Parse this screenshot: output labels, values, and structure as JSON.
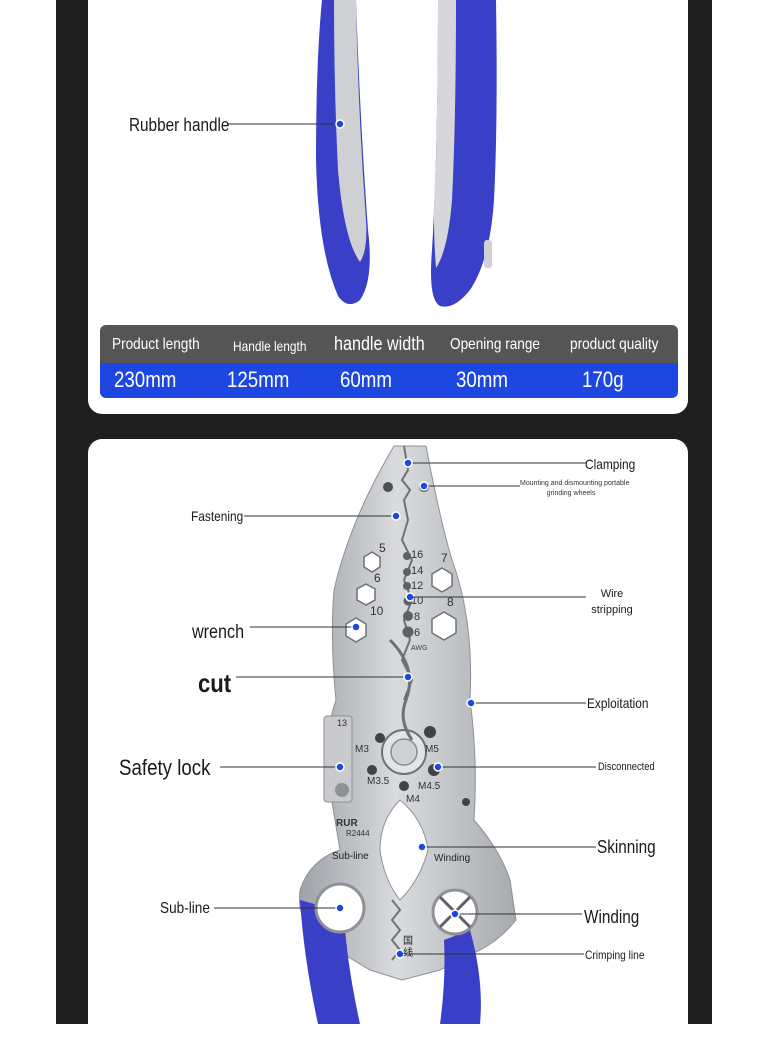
{
  "top_panel": {
    "rubber_handle_label": "Rubber handle"
  },
  "specs": {
    "headers": [
      "Product length",
      "Handle length",
      "handle width",
      "Opening range",
      "product quality"
    ],
    "values": [
      "230mm",
      "125mm",
      "60mm",
      "30mm",
      "170g"
    ],
    "header_bg": "#555555",
    "value_bg": "#1d47e0"
  },
  "bottom_panel": {
    "labels": {
      "clamping": "Clamping",
      "mounting_line1": "Mounting and dismounting portable",
      "mounting_line2": "grinding wheels",
      "fastening": "Fastening",
      "wire_line1": "Wire",
      "wire_line2": "stripping",
      "wrench": "wrench",
      "cut": "cut",
      "exploitation": "Exploitation",
      "safety_lock": "Safety lock",
      "disconnected": "Disconnected",
      "skinning": "Skinning",
      "sub_line_left": "Sub-line",
      "winding_right": "Winding",
      "crimping_line": "Crimping line"
    },
    "tool_markings": {
      "hex_sizes": [
        "5",
        "6",
        "10",
        "7",
        "8"
      ],
      "awg_sizes": [
        "16",
        "14",
        "12",
        "10",
        "8",
        "6"
      ],
      "awg": "AWG",
      "bolt_sizes": [
        "13",
        "M3",
        "M5",
        "M3.5",
        "M4.5",
        "M4"
      ],
      "brand": "RUR",
      "model": "R2444",
      "sub_line": "Sub-line",
      "winding": "Winding",
      "guo_xian": "国线"
    }
  },
  "colors": {
    "handle_blue": "#3a3fc8",
    "handle_grey": "#c9c9cc",
    "steel": "#b9bcc0",
    "frame": "#1f1f1f"
  }
}
